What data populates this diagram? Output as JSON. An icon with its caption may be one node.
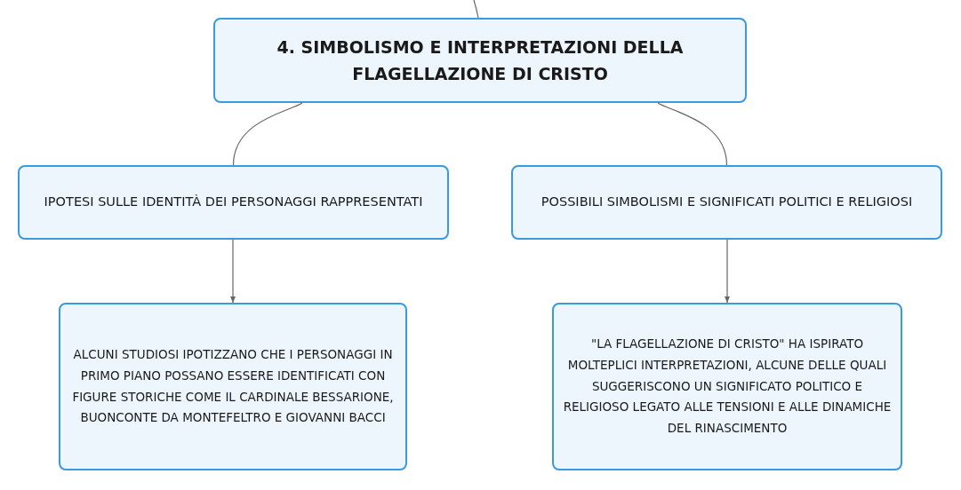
{
  "diagram": {
    "nodes": [
      {
        "text": [
          "4. SIMBOLISMO E INTERPRETAZIONI DELLA FLAGELLAZIONE DI CRISTO"
        ]
      },
      {
        "text": [
          "IPOTESI SULLE IDENTITÀ DEI PERSONAGGI RAPPRESENTATI"
        ]
      },
      {
        "text": [
          "POSSIBILI SIMBOLISMI E SIGNIFICATI POLITICI E RELIGIOSI"
        ]
      },
      {
        "text": [
          "ALCUNI STUDIOSI IPOTIZZANO CHE I PERSONAGGI IN PRIMO PIANO POSSANO ESSERE IDENTIFICATI CON FIGURE STORICHE COME IL CARDINALE BESSARIONE, BUONCONTE DA MONTEFELTRO E GIOVANNI BACCI"
        ]
      },
      {
        "text": [
          "\"LA FLAGELLAZIONE DI CRISTO\" HA ISPIRATO MOLTEPLICI INTERPRETAZIONI, ALCUNE DELLE QUALI SUGGERISCONO UN SIGNIFICATO POLITICO E RELIGIOSO LEGATO ALLE TENSIONI E ALLE DINAMICHE DEL RINASCIMENTO"
        ]
      }
    ],
    "edges": [
      {
        "from": null,
        "to": 0,
        "arrow": "none"
      },
      {
        "from": 0,
        "to": 1,
        "arrow": "none"
      },
      {
        "from": 0,
        "to": 2,
        "arrow": "none"
      },
      {
        "from": 1,
        "to": 3,
        "arrow": "to"
      },
      {
        "from": 2,
        "to": 4,
        "arrow": "to"
      }
    ]
  }
}
